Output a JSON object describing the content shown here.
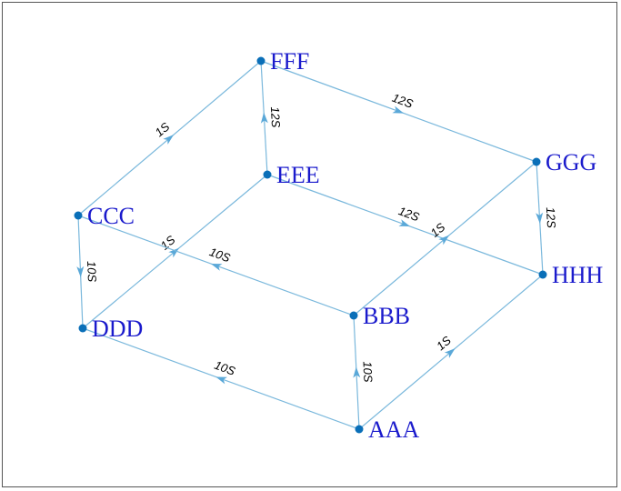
{
  "colors": {
    "node": "#0a6fb8",
    "edge": "#7ab8dc",
    "arrow": "#5aa8d8",
    "label": "#1a1acc"
  },
  "nodes": [
    {
      "id": "AAA",
      "label": "AAA"
    },
    {
      "id": "BBB",
      "label": "BBB"
    },
    {
      "id": "CCC",
      "label": "CCC"
    },
    {
      "id": "DDD",
      "label": "DDD"
    },
    {
      "id": "EEE",
      "label": "EEE"
    },
    {
      "id": "FFF",
      "label": "FFF"
    },
    {
      "id": "GGG",
      "label": "GGG"
    },
    {
      "id": "HHH",
      "label": "HHH"
    }
  ],
  "edges": [
    {
      "from": "CCC",
      "to": "FFF",
      "label": "1S"
    },
    {
      "from": "EEE",
      "to": "FFF",
      "label": "12S"
    },
    {
      "from": "FFF",
      "to": "GGG",
      "label": "12S"
    },
    {
      "from": "GGG",
      "to": "HHH",
      "label": "12S"
    },
    {
      "from": "EEE",
      "to": "HHH",
      "label": "12S"
    },
    {
      "from": "CCC",
      "to": "DDD",
      "label": "10S"
    },
    {
      "from": "DDD",
      "to": "EEE",
      "label": "1S"
    },
    {
      "from": "BBB",
      "to": "CCC",
      "label": "10S"
    },
    {
      "from": "BBB",
      "to": "GGG",
      "label": "1S"
    },
    {
      "from": "AAA",
      "to": "DDD",
      "label": "10S"
    },
    {
      "from": "AAA",
      "to": "BBB",
      "label": "10S"
    },
    {
      "from": "AAA",
      "to": "HHH",
      "label": "1S"
    }
  ]
}
